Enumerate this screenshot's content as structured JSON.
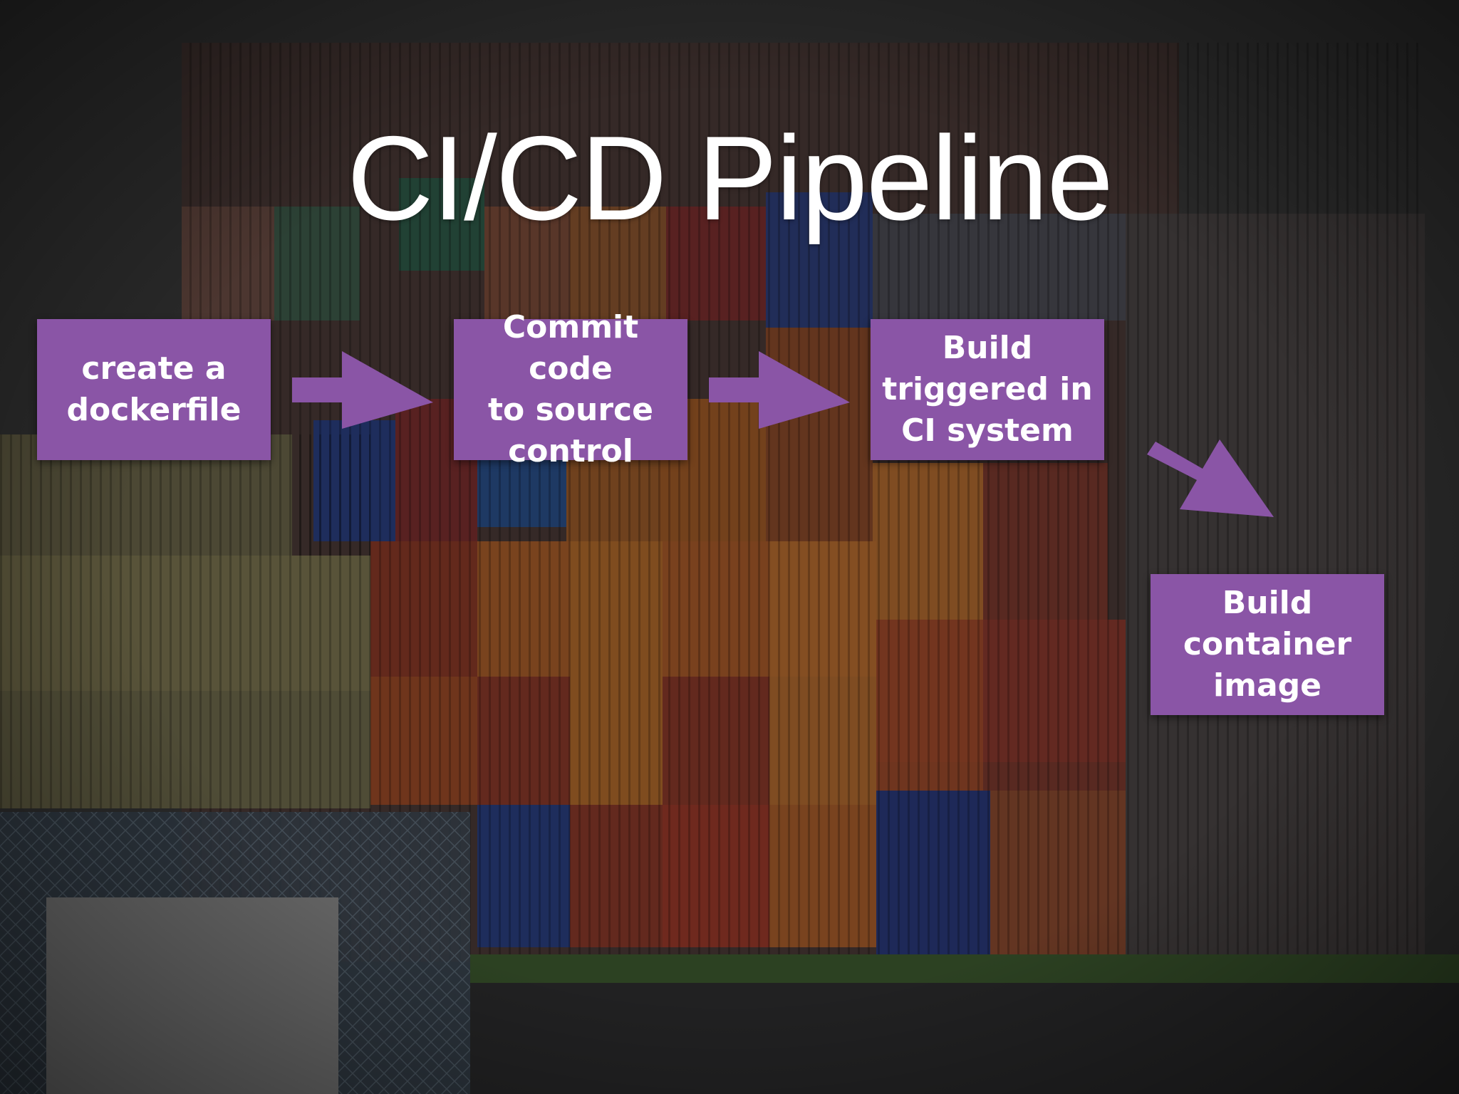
{
  "slide": {
    "title": "CI/CD Pipeline",
    "accent_color": "#8a55a6",
    "background": "photo of stacked shipping containers, darkened"
  },
  "steps": [
    {
      "lines": [
        "create a",
        "dockerfile"
      ]
    },
    {
      "lines": [
        "Commit code",
        "to source",
        "control"
      ]
    },
    {
      "lines": [
        "Build",
        "triggered in",
        "CI system"
      ]
    },
    {
      "lines": [
        "Build",
        "container",
        "image"
      ]
    }
  ],
  "arrows": [
    {
      "from": "step-1",
      "to": "step-2",
      "icon": "arrow-right-icon"
    },
    {
      "from": "step-2",
      "to": "step-3",
      "icon": "arrow-right-icon"
    },
    {
      "from": "step-3",
      "to": "step-4",
      "icon": "arrow-down-right-icon"
    }
  ]
}
